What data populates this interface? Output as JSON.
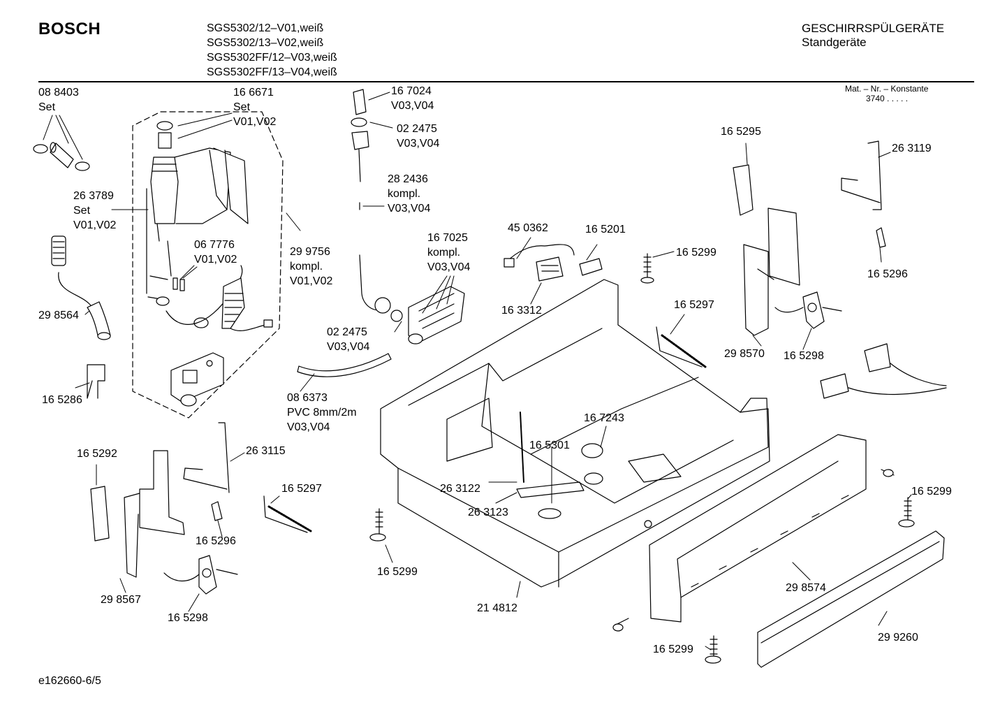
{
  "header": {
    "brand": "BOSCH",
    "models": [
      "SGS5302/12–V01,weiß",
      "SGS5302/13–V02,weiß",
      "SGS5302FF/12–V03,weiß",
      "SGS5302FF/13–V04,weiß"
    ],
    "category": "GESCHIRRSPÜLGERÄTE",
    "subcategory": "Standgeräte"
  },
  "matnr": {
    "title": "Mat. – Nr. – Konstante",
    "value": "3740  .  .  .  .  ."
  },
  "footer": {
    "code": "e162660-6/5"
  },
  "labels": [
    {
      "id": "l01",
      "lines": [
        "08 8403",
        "Set"
      ]
    },
    {
      "id": "l02",
      "lines": [
        "16 6671",
        "Set",
        "V01,V02"
      ]
    },
    {
      "id": "l03",
      "lines": [
        "26 3789",
        "Set",
        "V01,V02"
      ]
    },
    {
      "id": "l04",
      "lines": [
        "06 7776",
        "V01,V02"
      ]
    },
    {
      "id": "l05",
      "lines": [
        "29 9756",
        "kompl.",
        "V01,V02"
      ]
    },
    {
      "id": "l06",
      "lines": [
        "29 8564"
      ]
    },
    {
      "id": "l07",
      "lines": [
        "16 5286"
      ]
    },
    {
      "id": "l08",
      "lines": [
        "16 7024",
        "V03,V04"
      ]
    },
    {
      "id": "l09",
      "lines": [
        "02 2475",
        "V03,V04"
      ]
    },
    {
      "id": "l10",
      "lines": [
        "28 2436",
        "kompl.",
        "V03,V04"
      ]
    },
    {
      "id": "l11",
      "lines": [
        "16 7025",
        "kompl.",
        "V03,V04"
      ]
    },
    {
      "id": "l12",
      "lines": [
        "02 2475",
        "V03,V04"
      ]
    },
    {
      "id": "l13",
      "lines": [
        "08 6373",
        "PVC 8mm/2m",
        "V03,V04"
      ]
    },
    {
      "id": "l14",
      "lines": [
        "45 0362"
      ]
    },
    {
      "id": "l15",
      "lines": [
        "16 5201"
      ]
    },
    {
      "id": "l16",
      "lines": [
        "16 3312"
      ]
    },
    {
      "id": "l17",
      "lines": [
        "16 5299"
      ]
    },
    {
      "id": "l18",
      "lines": [
        "16 5297"
      ]
    },
    {
      "id": "l19",
      "lines": [
        "16 5295"
      ]
    },
    {
      "id": "l20",
      "lines": [
        "26 3119"
      ]
    },
    {
      "id": "l21",
      "lines": [
        "16 5296"
      ]
    },
    {
      "id": "l22",
      "lines": [
        "29 8570"
      ]
    },
    {
      "id": "l23",
      "lines": [
        "16 5298"
      ]
    },
    {
      "id": "l24",
      "lines": [
        "16 5292"
      ]
    },
    {
      "id": "l25",
      "lines": [
        "26 3115"
      ]
    },
    {
      "id": "l26",
      "lines": [
        "16 5297"
      ]
    },
    {
      "id": "l27",
      "lines": [
        "16 5296"
      ]
    },
    {
      "id": "l28",
      "lines": [
        "29 8567"
      ]
    },
    {
      "id": "l29",
      "lines": [
        "16 5298"
      ]
    },
    {
      "id": "l30",
      "lines": [
        "16 7243"
      ]
    },
    {
      "id": "l31",
      "lines": [
        "16 5301"
      ]
    },
    {
      "id": "l32",
      "lines": [
        "26 3122"
      ]
    },
    {
      "id": "l33",
      "lines": [
        "26 3123"
      ]
    },
    {
      "id": "l34",
      "lines": [
        "16 5299"
      ]
    },
    {
      "id": "l35",
      "lines": [
        "21 4812"
      ]
    },
    {
      "id": "l36",
      "lines": [
        "16 5299"
      ]
    },
    {
      "id": "l37",
      "lines": [
        "29 8574"
      ]
    },
    {
      "id": "l38",
      "lines": [
        "16 5299"
      ]
    },
    {
      "id": "l39",
      "lines": [
        "29 9260"
      ]
    }
  ]
}
